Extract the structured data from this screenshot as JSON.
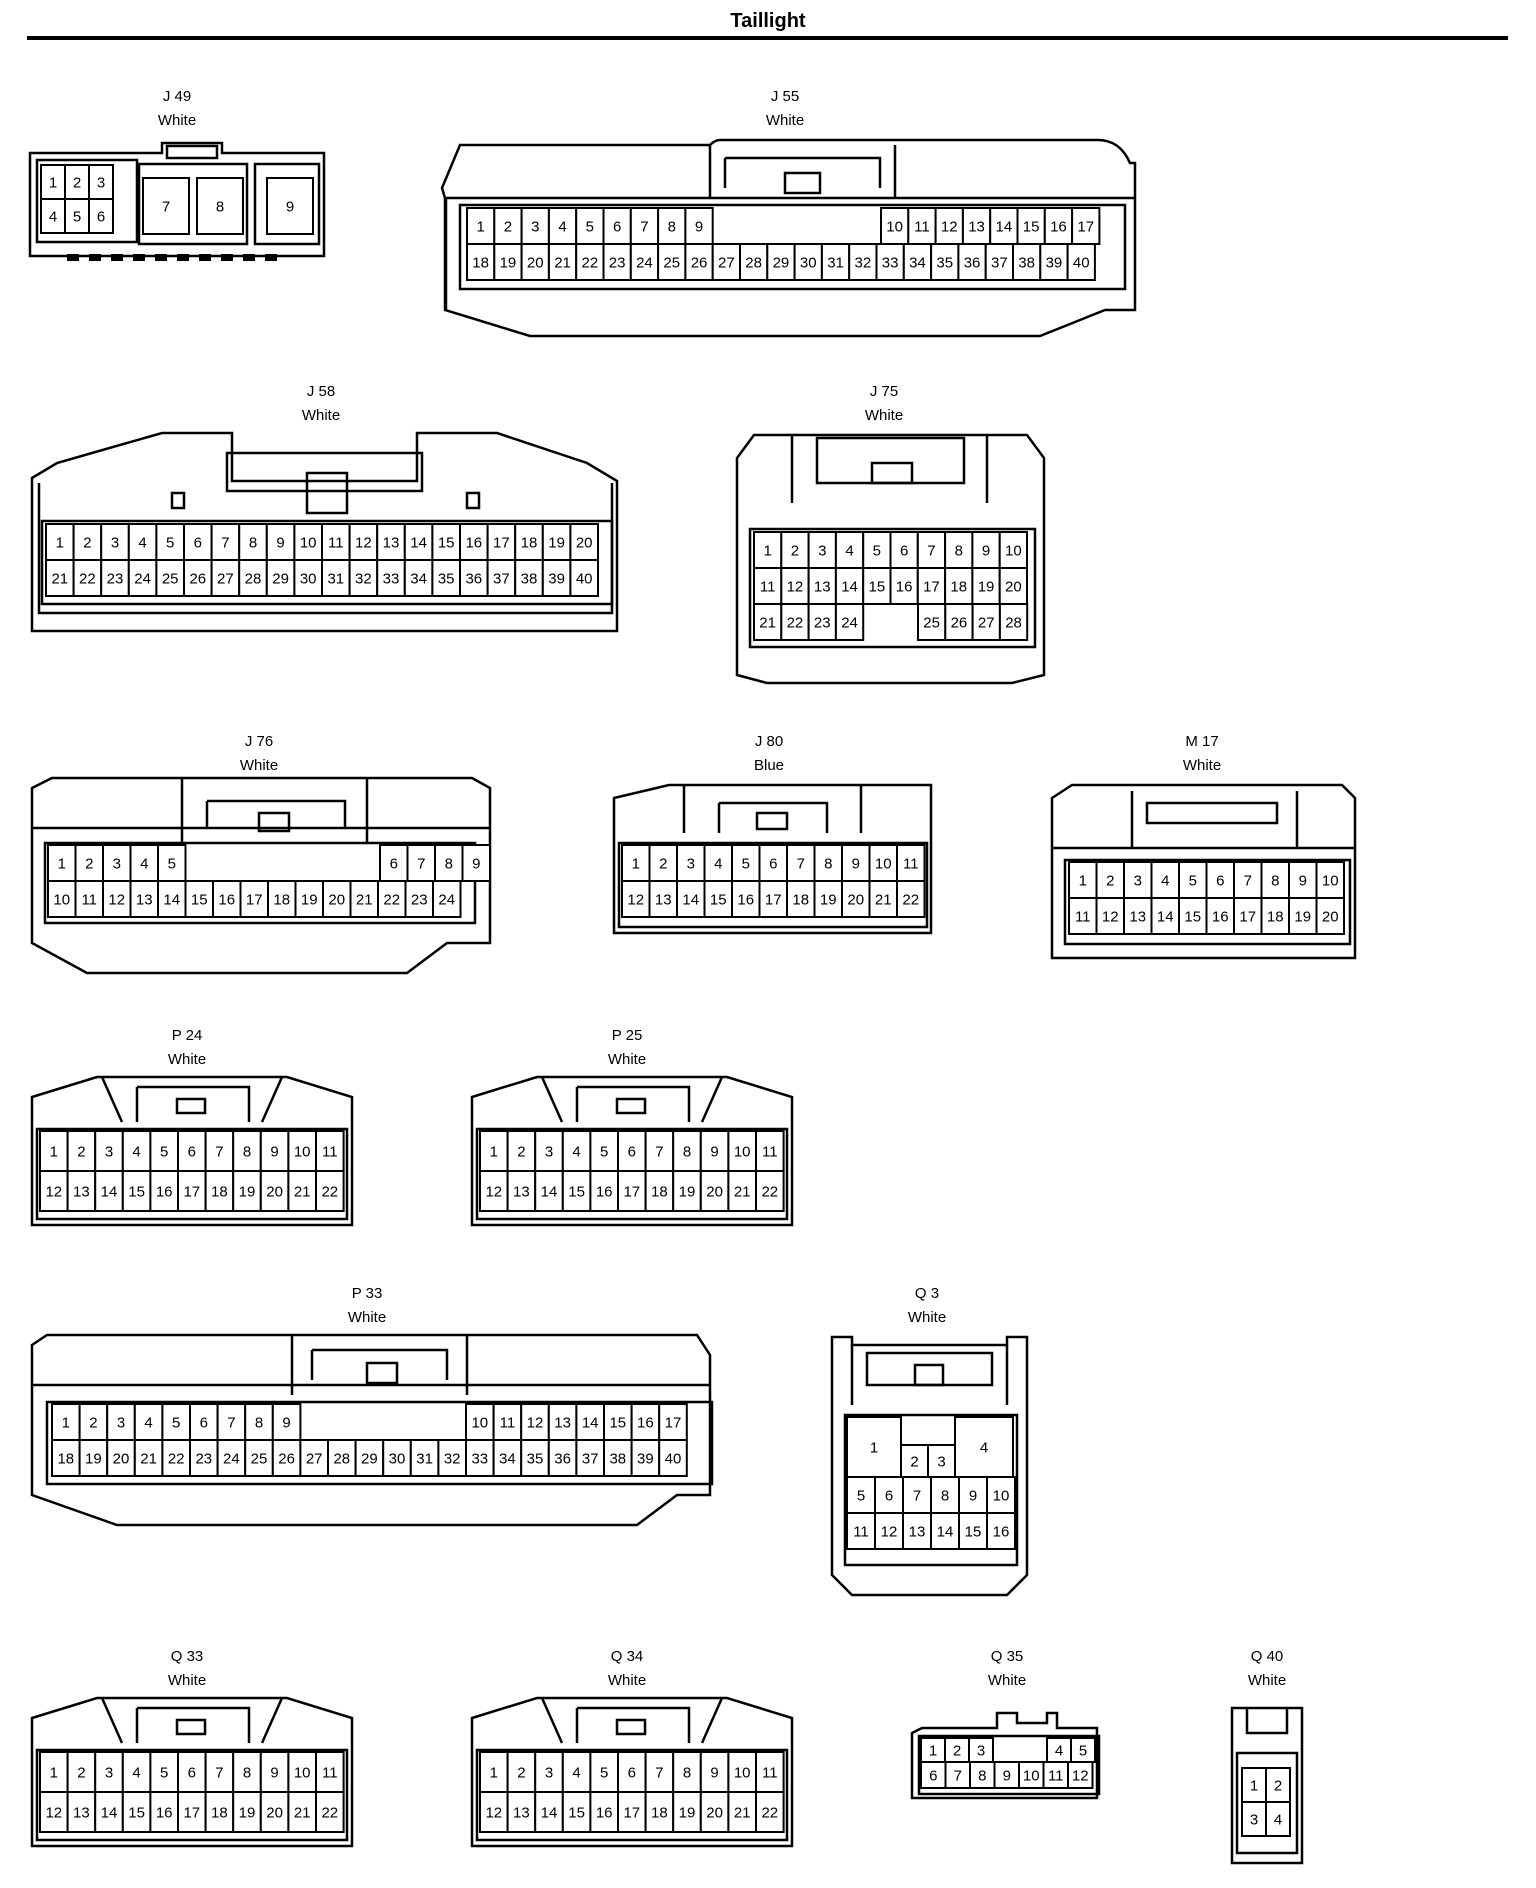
{
  "title": "Taillight",
  "connectors": [
    {
      "id": "J 49",
      "color": "White",
      "pins": [
        "1",
        "2",
        "3",
        "4",
        "5",
        "6",
        "7",
        "8",
        "9"
      ]
    },
    {
      "id": "J 55",
      "color": "White",
      "pins": [
        "1",
        "2",
        "3",
        "4",
        "5",
        "6",
        "7",
        "8",
        "9",
        "10",
        "11",
        "12",
        "13",
        "14",
        "15",
        "16",
        "17",
        "18",
        "19",
        "20",
        "21",
        "22",
        "23",
        "24",
        "25",
        "26",
        "27",
        "28",
        "29",
        "30",
        "31",
        "32",
        "33",
        "34",
        "35",
        "36",
        "37",
        "38",
        "39",
        "40"
      ]
    },
    {
      "id": "J 58",
      "color": "White",
      "pins": [
        "1",
        "2",
        "3",
        "4",
        "5",
        "6",
        "7",
        "8",
        "9",
        "10",
        "11",
        "12",
        "13",
        "14",
        "15",
        "16",
        "17",
        "18",
        "19",
        "20",
        "21",
        "22",
        "23",
        "24",
        "25",
        "26",
        "27",
        "28",
        "29",
        "30",
        "31",
        "32",
        "33",
        "34",
        "35",
        "36",
        "37",
        "38",
        "39",
        "40"
      ]
    },
    {
      "id": "J 75",
      "color": "White",
      "pins": [
        "1",
        "2",
        "3",
        "4",
        "5",
        "6",
        "7",
        "8",
        "9",
        "10",
        "11",
        "12",
        "13",
        "14",
        "15",
        "16",
        "17",
        "18",
        "19",
        "20",
        "21",
        "22",
        "23",
        "24",
        "25",
        "26",
        "27",
        "28"
      ]
    },
    {
      "id": "J 76",
      "color": "White",
      "pins": [
        "1",
        "2",
        "3",
        "4",
        "5",
        "6",
        "7",
        "8",
        "9",
        "10",
        "11",
        "12",
        "13",
        "14",
        "15",
        "16",
        "17",
        "18",
        "19",
        "20",
        "21",
        "22",
        "23",
        "24"
      ]
    },
    {
      "id": "J 80",
      "color": "Blue",
      "pins": [
        "1",
        "2",
        "3",
        "4",
        "5",
        "6",
        "7",
        "8",
        "9",
        "10",
        "11",
        "12",
        "13",
        "14",
        "15",
        "16",
        "17",
        "18",
        "19",
        "20",
        "21",
        "22"
      ]
    },
    {
      "id": "M 17",
      "color": "White",
      "pins": [
        "1",
        "2",
        "3",
        "4",
        "5",
        "6",
        "7",
        "8",
        "9",
        "10",
        "11",
        "12",
        "13",
        "14",
        "15",
        "16",
        "17",
        "18",
        "19",
        "20"
      ]
    },
    {
      "id": "P 24",
      "color": "White",
      "pins": [
        "1",
        "2",
        "3",
        "4",
        "5",
        "6",
        "7",
        "8",
        "9",
        "10",
        "11",
        "12",
        "13",
        "14",
        "15",
        "16",
        "17",
        "18",
        "19",
        "20",
        "21",
        "22"
      ]
    },
    {
      "id": "P 25",
      "color": "White",
      "pins": [
        "1",
        "2",
        "3",
        "4",
        "5",
        "6",
        "7",
        "8",
        "9",
        "10",
        "11",
        "12",
        "13",
        "14",
        "15",
        "16",
        "17",
        "18",
        "19",
        "20",
        "21",
        "22"
      ]
    },
    {
      "id": "P 33",
      "color": "White",
      "pins": [
        "1",
        "2",
        "3",
        "4",
        "5",
        "6",
        "7",
        "8",
        "9",
        "10",
        "11",
        "12",
        "13",
        "14",
        "15",
        "16",
        "17",
        "18",
        "19",
        "20",
        "21",
        "22",
        "23",
        "24",
        "25",
        "26",
        "27",
        "28",
        "29",
        "30",
        "31",
        "32",
        "33",
        "34",
        "35",
        "36",
        "37",
        "38",
        "39",
        "40"
      ]
    },
    {
      "id": "Q 3",
      "color": "White",
      "pins": [
        "1",
        "2",
        "3",
        "4",
        "5",
        "6",
        "7",
        "8",
        "9",
        "10",
        "11",
        "12",
        "13",
        "14",
        "15",
        "16"
      ]
    },
    {
      "id": "Q 33",
      "color": "White",
      "pins": [
        "1",
        "2",
        "3",
        "4",
        "5",
        "6",
        "7",
        "8",
        "9",
        "10",
        "11",
        "12",
        "13",
        "14",
        "15",
        "16",
        "17",
        "18",
        "19",
        "20",
        "21",
        "22"
      ]
    },
    {
      "id": "Q 34",
      "color": "White",
      "pins": [
        "1",
        "2",
        "3",
        "4",
        "5",
        "6",
        "7",
        "8",
        "9",
        "10",
        "11",
        "12",
        "13",
        "14",
        "15",
        "16",
        "17",
        "18",
        "19",
        "20",
        "21",
        "22"
      ]
    },
    {
      "id": "Q 35",
      "color": "White",
      "pins": [
        "1",
        "2",
        "3",
        "4",
        "5",
        "6",
        "7",
        "8",
        "9",
        "10",
        "11",
        "12"
      ]
    },
    {
      "id": "Q 40",
      "color": "White",
      "pins": [
        "1",
        "2",
        "3",
        "4"
      ]
    }
  ]
}
